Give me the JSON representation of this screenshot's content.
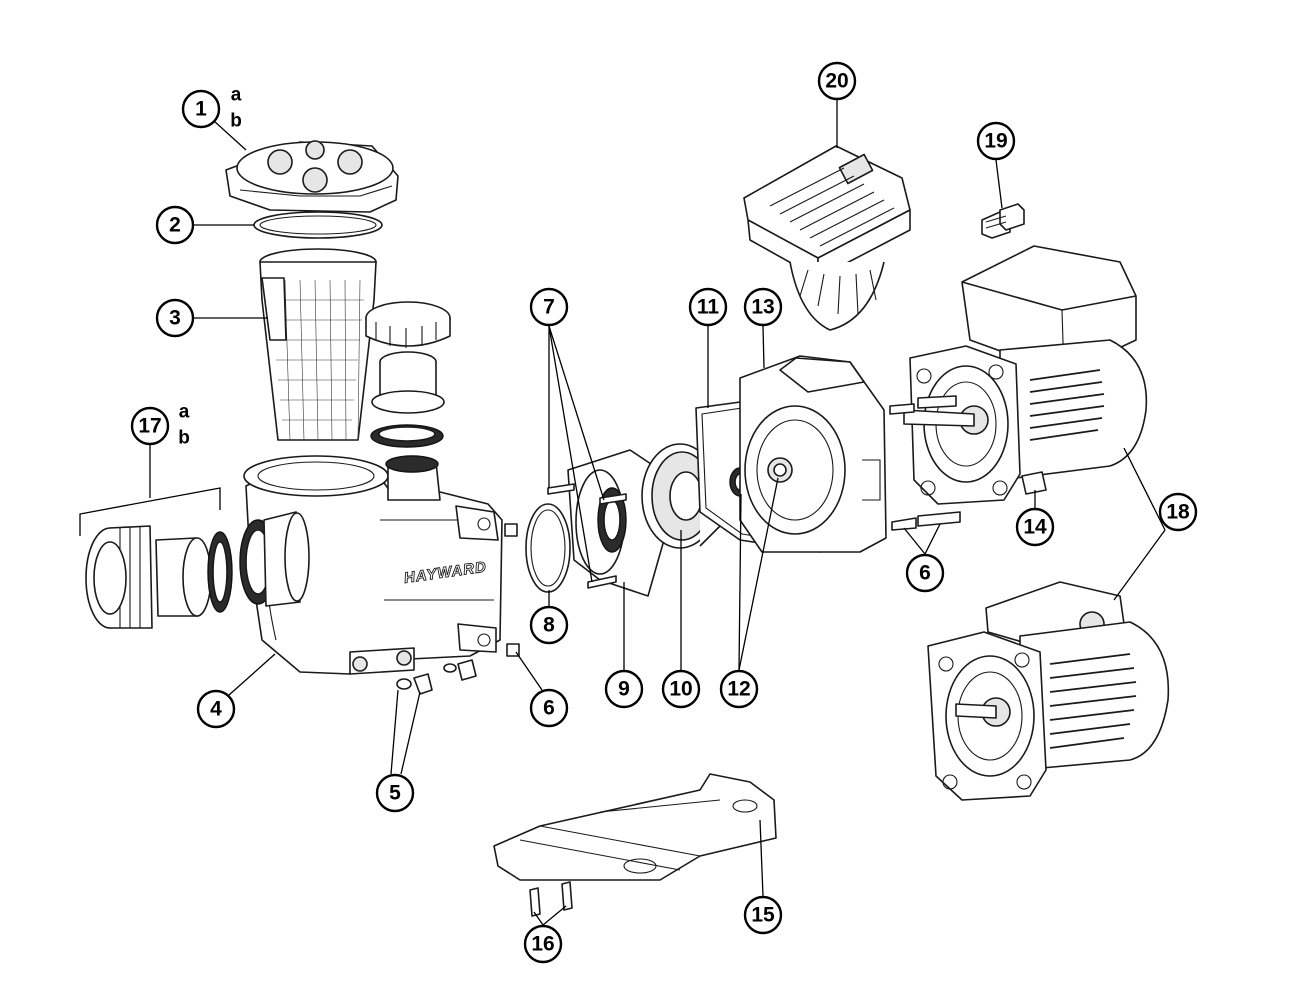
{
  "diagram": {
    "brand_marking": "HAYWARD",
    "callouts": [
      {
        "id": "c1",
        "label": "1",
        "suffixes": [
          "a",
          "b"
        ]
      },
      {
        "id": "c2",
        "label": "2"
      },
      {
        "id": "c3",
        "label": "3"
      },
      {
        "id": "c4",
        "label": "4"
      },
      {
        "id": "c5",
        "label": "5"
      },
      {
        "id": "c6a",
        "label": "6"
      },
      {
        "id": "c6b",
        "label": "6"
      },
      {
        "id": "c7",
        "label": "7"
      },
      {
        "id": "c8",
        "label": "8"
      },
      {
        "id": "c9",
        "label": "9"
      },
      {
        "id": "c10",
        "label": "10"
      },
      {
        "id": "c11",
        "label": "11"
      },
      {
        "id": "c12",
        "label": "12"
      },
      {
        "id": "c13",
        "label": "13"
      },
      {
        "id": "c14",
        "label": "14"
      },
      {
        "id": "c15",
        "label": "15"
      },
      {
        "id": "c16",
        "label": "16"
      },
      {
        "id": "c17",
        "label": "17",
        "suffixes": [
          "a",
          "b"
        ]
      },
      {
        "id": "c18",
        "label": "18"
      },
      {
        "id": "c19",
        "label": "19"
      },
      {
        "id": "c20",
        "label": "20"
      }
    ]
  }
}
